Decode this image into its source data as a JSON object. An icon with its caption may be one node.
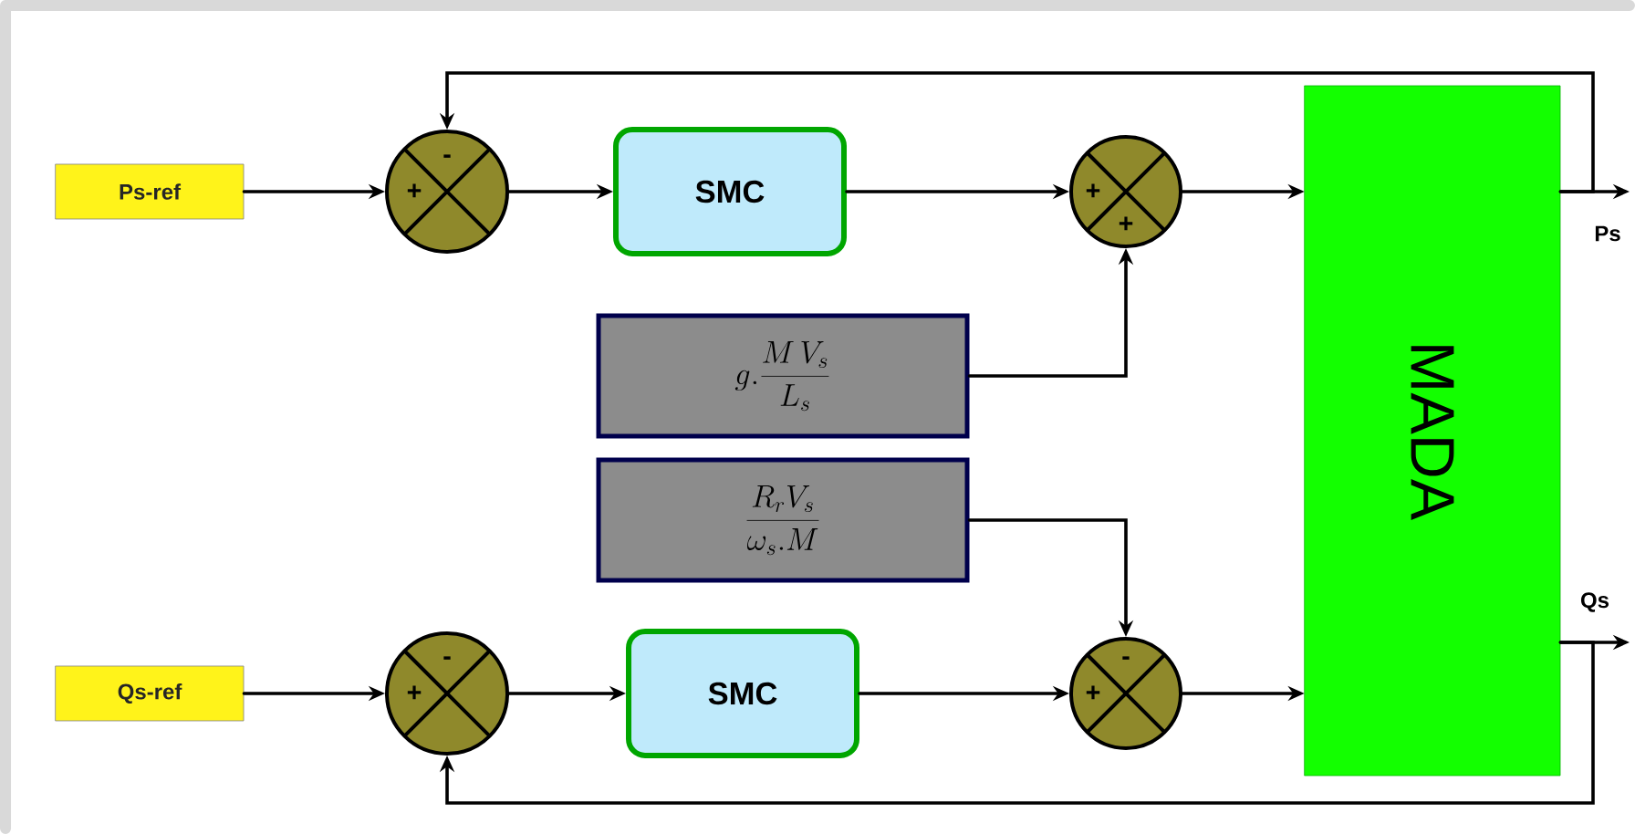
{
  "diagram": {
    "nodes": [
      {
        "text": [
          "Ps-ref"
        ]
      },
      {
        "text": [
          "-",
          "+"
        ]
      },
      {
        "text": [
          "SMC"
        ]
      },
      {
        "text": [
          "+",
          "+"
        ]
      },
      {
        "text": [
          "g.\\frac{M\\,V_s}{L_s}"
        ]
      },
      {
        "text": [
          "\\frac{R_r V_s}{\\omega_s .M}"
        ]
      },
      {
        "text": [
          "MADA"
        ]
      },
      {
        "text": [
          "Qs-ref"
        ]
      },
      {
        "text": [
          "-",
          "+"
        ]
      },
      {
        "text": [
          "SMC"
        ]
      },
      {
        "text": [
          "-",
          "+"
        ]
      }
    ],
    "edges": [
      {
        "from": 0,
        "to": 1,
        "arrow": "to"
      },
      {
        "from": 1,
        "to": 2,
        "arrow": "to"
      },
      {
        "from": 2,
        "to": 3,
        "arrow": "to"
      },
      {
        "from": 3,
        "to": 6,
        "arrow": "to"
      },
      {
        "from": 4,
        "to": 3,
        "arrow": "to"
      },
      {
        "from": 6,
        "to": null,
        "arrow": "to",
        "label": "Ps"
      },
      {
        "from": 6,
        "to": 1,
        "arrow": "to"
      },
      {
        "from": 7,
        "to": 8,
        "arrow": "to"
      },
      {
        "from": 8,
        "to": 9,
        "arrow": "to"
      },
      {
        "from": 9,
        "to": 10,
        "arrow": "to"
      },
      {
        "from": 10,
        "to": 6,
        "arrow": "to"
      },
      {
        "from": 5,
        "to": 10,
        "arrow": "to"
      },
      {
        "from": 6,
        "to": null,
        "arrow": "to",
        "label": "Qs"
      },
      {
        "from": 6,
        "to": 8,
        "arrow": "to"
      }
    ]
  }
}
